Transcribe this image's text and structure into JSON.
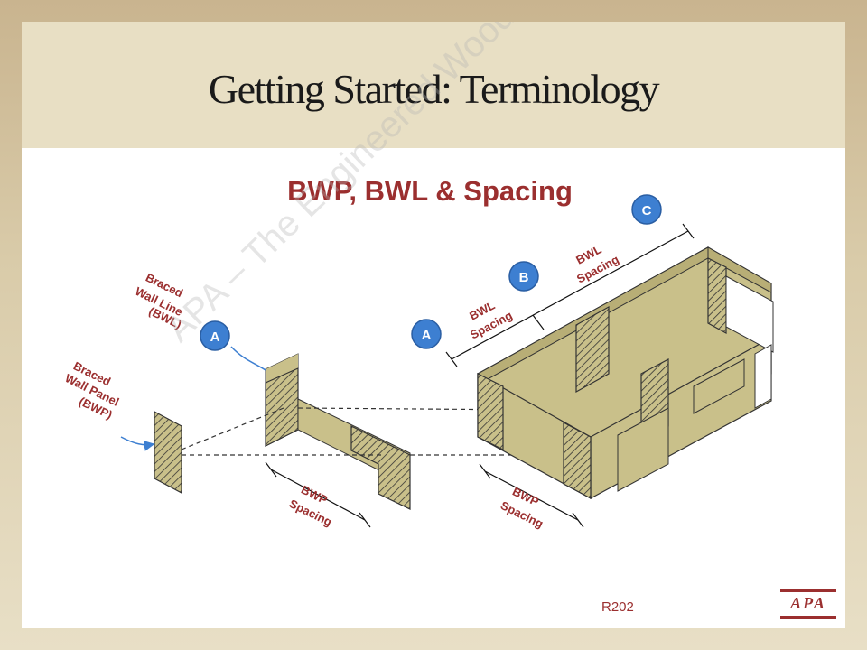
{
  "slide": {
    "title": "Getting Started: Terminology",
    "subtitle": "BWP, BWL & Spacing",
    "reference": "R202",
    "watermark_line1": "APA – The Engineered Wood Association",
    "logo_text": "APA"
  },
  "labels": {
    "braced_wall_line": [
      "Braced",
      "Wall Line",
      "(BWL)"
    ],
    "braced_wall_panel": [
      "Braced",
      "Wall Panel",
      "(BWP)"
    ],
    "bwp_spacing_left": [
      "BWP",
      "Spacing"
    ],
    "bwp_spacing_right": [
      "BWP",
      "Spacing"
    ],
    "bwl_spacing_ab": [
      "BWL",
      "Spacing"
    ],
    "bwl_spacing_bc": [
      "BWL",
      "Spacing"
    ]
  },
  "markers": {
    "a_left": "A",
    "a_right": "A",
    "b": "B",
    "c": "C"
  },
  "colors": {
    "accent_red": "#9b2f2f",
    "wall_fill": "#c9c08a",
    "marker_blue": "#3d7fd1",
    "title_band": "#e8dfc4"
  }
}
